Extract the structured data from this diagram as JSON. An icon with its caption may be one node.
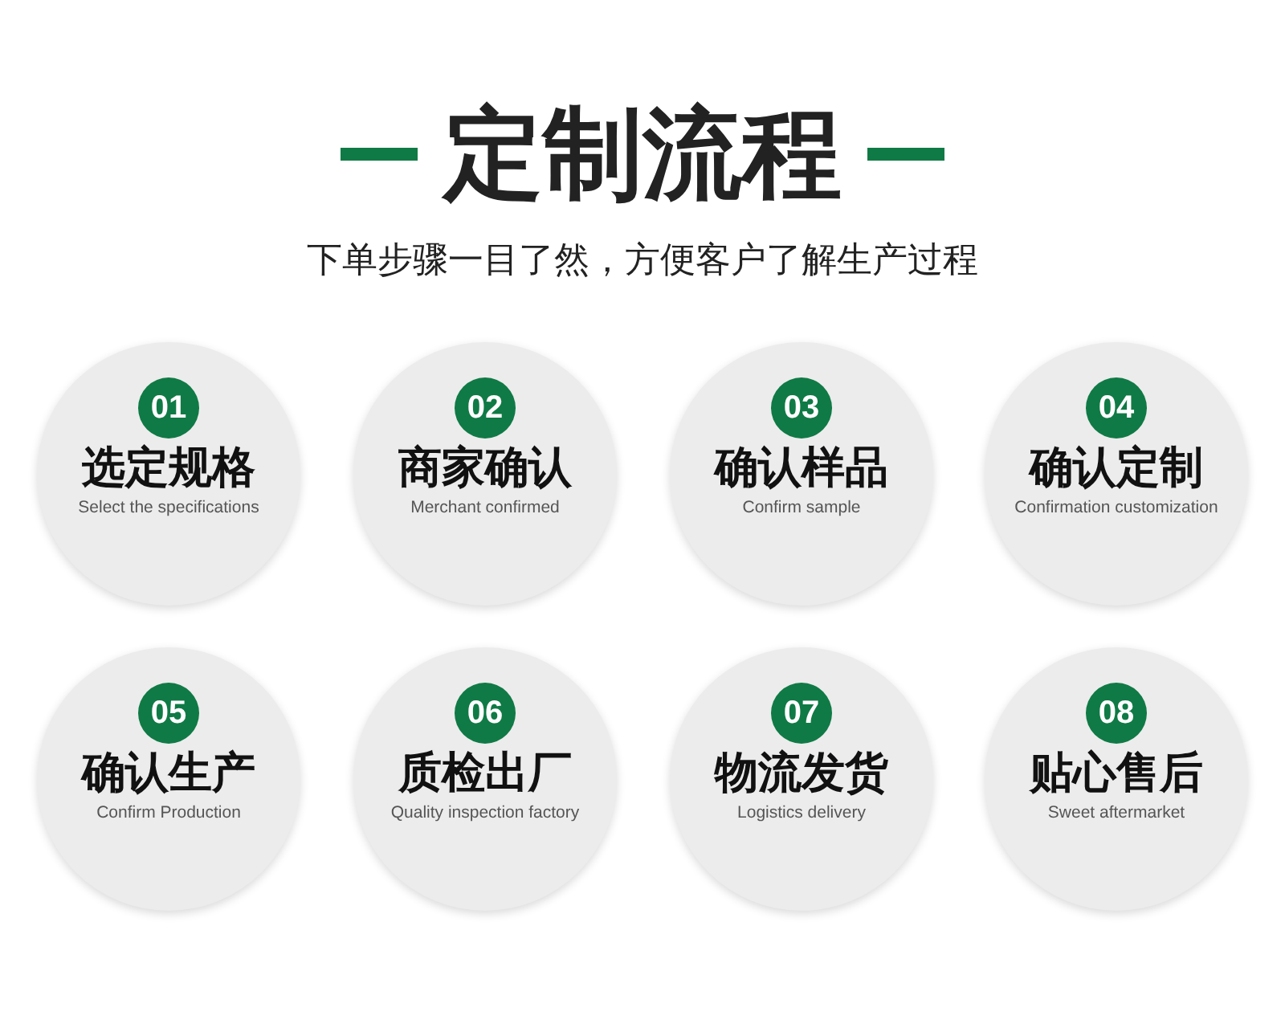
{
  "diagram": {
    "title": "定制流程",
    "nodes": [
      {
        "text": [
          "01",
          "选定规格",
          "Select the specifications"
        ]
      },
      {
        "text": [
          "02",
          "商家确认",
          "Merchant confirmed"
        ]
      },
      {
        "text": [
          "03",
          "确认样品",
          "Confirm sample"
        ]
      },
      {
        "text": [
          "04",
          "确认定制",
          "Confirmation customization"
        ]
      },
      {
        "text": [
          "05",
          "确认生产",
          "Confirm Production"
        ]
      },
      {
        "text": [
          "06",
          "质检出厂",
          "Quality inspection factory"
        ]
      },
      {
        "text": [
          "07",
          "物流发货",
          "Logistics delivery"
        ]
      },
      {
        "text": [
          "08",
          "贴心售后",
          "Sweet aftermarket"
        ]
      }
    ],
    "labels": [
      "下单步骤一目了然，方便客户了解生产过程"
    ]
  }
}
